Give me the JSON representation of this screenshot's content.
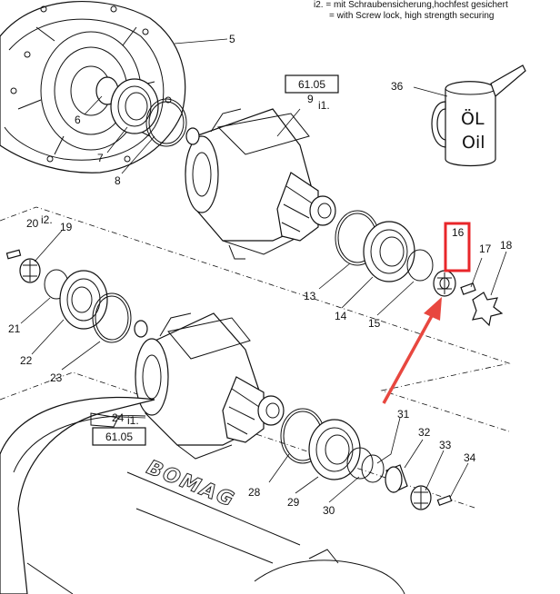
{
  "notes": {
    "line1": "i2. = mit Schraubensicherung,hochfest gesichert",
    "line2": "= with Screw lock, high strength securing"
  },
  "reference_boxes": [
    {
      "text": "61.05"
    },
    {
      "text": "61.05"
    }
  ],
  "callouts": [
    {
      "number": "5"
    },
    {
      "number": "6"
    },
    {
      "number": "7"
    },
    {
      "number": "8"
    },
    {
      "number": "9",
      "suffix": "i1."
    },
    {
      "number": "36"
    },
    {
      "number": "20",
      "suffix": "i2."
    },
    {
      "number": "19"
    },
    {
      "number": "16"
    },
    {
      "number": "17"
    },
    {
      "number": "18"
    },
    {
      "number": "13"
    },
    {
      "number": "14"
    },
    {
      "number": "15"
    },
    {
      "number": "21"
    },
    {
      "number": "22"
    },
    {
      "number": "23"
    },
    {
      "number": "24",
      "suffix": "i1."
    },
    {
      "number": "31"
    },
    {
      "number": "32"
    },
    {
      "number": "33"
    },
    {
      "number": "34"
    },
    {
      "number": "28"
    },
    {
      "number": "29"
    },
    {
      "number": "30"
    }
  ],
  "oil_can": {
    "label_de": "ÖL",
    "label_en": "Oil"
  },
  "brand_text": "BOMAG",
  "highlight": {
    "part_number": "16",
    "color": "#e8262a",
    "arrow_color": "#e8473f"
  }
}
